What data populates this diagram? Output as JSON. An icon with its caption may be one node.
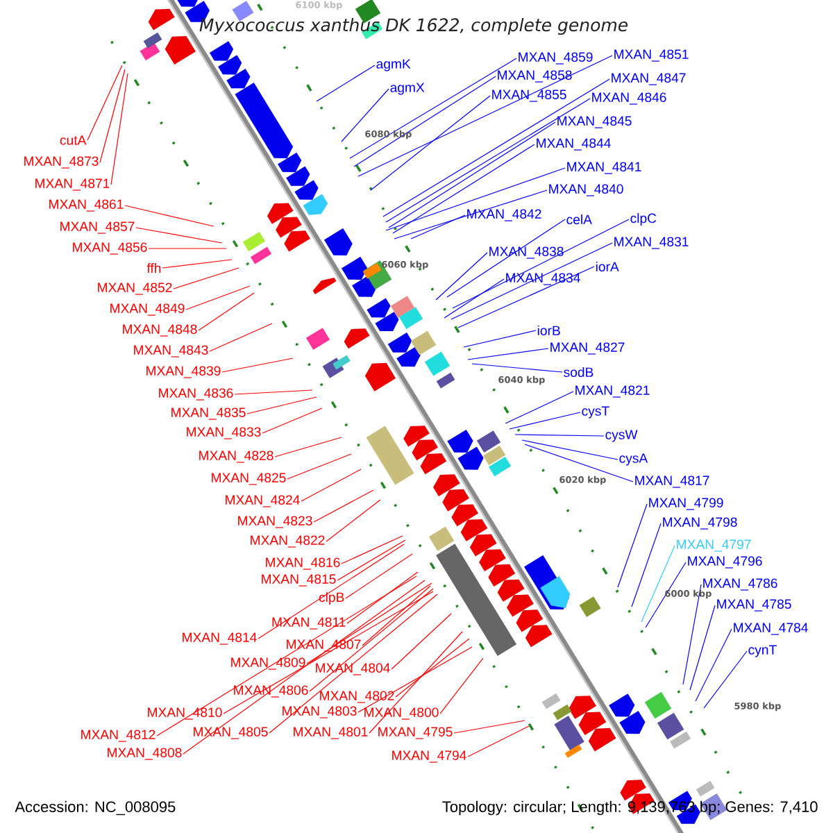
{
  "diagram": {
    "title": "Myxococcus xanthus DK 1622, complete genome",
    "nodes": [
      {
        "text": [
          "cutA"
        ]
      },
      {
        "text": [
          "MXAN_4873"
        ]
      },
      {
        "text": [
          "MXAN_4871"
        ]
      },
      {
        "text": [
          "MXAN_4861"
        ]
      },
      {
        "text": [
          "MXAN_4857"
        ]
      },
      {
        "text": [
          "MXAN_4856"
        ]
      },
      {
        "text": [
          "ffh"
        ]
      },
      {
        "text": [
          "MXAN_4852"
        ]
      },
      {
        "text": [
          "MXAN_4849"
        ]
      },
      {
        "text": [
          "MXAN_4848"
        ]
      },
      {
        "text": [
          "MXAN_4843"
        ]
      },
      {
        "text": [
          "MXAN_4839"
        ]
      },
      {
        "text": [
          "MXAN_4836"
        ]
      },
      {
        "text": [
          "MXAN_4835"
        ]
      },
      {
        "text": [
          "MXAN_4833"
        ]
      },
      {
        "text": [
          "MXAN_4828"
        ]
      },
      {
        "text": [
          "MXAN_4825"
        ]
      },
      {
        "text": [
          "MXAN_4824"
        ]
      },
      {
        "text": [
          "MXAN_4823"
        ]
      },
      {
        "text": [
          "MXAN_4822"
        ]
      },
      {
        "text": [
          "MXAN_4816"
        ]
      },
      {
        "text": [
          "MXAN_4815"
        ]
      },
      {
        "text": [
          "clpB"
        ]
      },
      {
        "text": [
          "MXAN_4811"
        ]
      },
      {
        "text": [
          "MXAN_4814"
        ]
      },
      {
        "text": [
          "MXAN_4807"
        ]
      },
      {
        "text": [
          "MXAN_4809"
        ]
      },
      {
        "text": [
          "MXAN_4804"
        ]
      },
      {
        "text": [
          "MXAN_4806"
        ]
      },
      {
        "text": [
          "MXAN_4802"
        ]
      },
      {
        "text": [
          "MXAN_4810"
        ]
      },
      {
        "text": [
          "MXAN_4803"
        ]
      },
      {
        "text": [
          "MXAN_4800"
        ]
      },
      {
        "text": [
          "MXAN_4801"
        ]
      },
      {
        "text": [
          "MXAN_4795"
        ]
      },
      {
        "text": [
          "MXAN_4812"
        ]
      },
      {
        "text": [
          "MXAN_4805"
        ]
      },
      {
        "text": [
          "MXAN_4808"
        ]
      },
      {
        "text": [
          "MXAN_4794"
        ]
      },
      {
        "text": [
          "agmK"
        ]
      },
      {
        "text": [
          "agmX"
        ]
      },
      {
        "text": [
          "MXAN_4859"
        ]
      },
      {
        "text": [
          "MXAN_4858"
        ]
      },
      {
        "text": [
          "MXAN_4851"
        ]
      },
      {
        "text": [
          "MXAN_4855"
        ]
      },
      {
        "text": [
          "MXAN_4847"
        ]
      },
      {
        "text": [
          "MXAN_4846"
        ]
      },
      {
        "text": [
          "MXAN_4845"
        ]
      },
      {
        "text": [
          "MXAN_4844"
        ]
      },
      {
        "text": [
          "MXAN_4841"
        ]
      },
      {
        "text": [
          "MXAN_4840"
        ]
      },
      {
        "text": [
          "MXAN_4842"
        ]
      },
      {
        "text": [
          "celA"
        ]
      },
      {
        "text": [
          "clpC"
        ]
      },
      {
        "text": [
          "MXAN_4838"
        ]
      },
      {
        "text": [
          "MXAN_4831"
        ]
      },
      {
        "text": [
          "iorA"
        ]
      },
      {
        "text": [
          "MXAN_4834"
        ]
      },
      {
        "text": [
          "iorB"
        ]
      },
      {
        "text": [
          "MXAN_4827"
        ]
      },
      {
        "text": [
          "sodB"
        ]
      },
      {
        "text": [
          "MXAN_4821"
        ]
      },
      {
        "text": [
          "cysT"
        ]
      },
      {
        "text": [
          "cysW"
        ]
      },
      {
        "text": [
          "cysA"
        ]
      },
      {
        "text": [
          "MXAN_4817"
        ]
      },
      {
        "text": [
          "MXAN_4799"
        ]
      },
      {
        "text": [
          "MXAN_4798"
        ]
      },
      {
        "text": [
          "MXAN_4797"
        ]
      },
      {
        "text": [
          "MXAN_4796"
        ]
      },
      {
        "text": [
          "MXAN_4786"
        ]
      },
      {
        "text": [
          "MXAN_4785"
        ]
      },
      {
        "text": [
          "MXAN_4784"
        ]
      },
      {
        "text": [
          "cynT"
        ]
      }
    ],
    "edges": [
      {
        "from": 0,
        "to": null,
        "arrow": "none"
      },
      {
        "from": 1,
        "to": null,
        "arrow": "none"
      },
      {
        "from": 2,
        "to": null,
        "arrow": "none"
      },
      {
        "from": 3,
        "to": null,
        "arrow": "none"
      },
      {
        "from": 4,
        "to": null,
        "arrow": "none"
      },
      {
        "from": 5,
        "to": null,
        "arrow": "none"
      },
      {
        "from": 6,
        "to": null,
        "arrow": "none"
      },
      {
        "from": 7,
        "to": null,
        "arrow": "none"
      },
      {
        "from": 8,
        "to": null,
        "arrow": "none"
      },
      {
        "from": 9,
        "to": null,
        "arrow": "none"
      },
      {
        "from": 10,
        "to": null,
        "arrow": "none"
      },
      {
        "from": 11,
        "to": null,
        "arrow": "none"
      },
      {
        "from": 12,
        "to": null,
        "arrow": "none"
      },
      {
        "from": 13,
        "to": null,
        "arrow": "none"
      },
      {
        "from": 14,
        "to": null,
        "arrow": "none"
      },
      {
        "from": 15,
        "to": null,
        "arrow": "none"
      },
      {
        "from": 16,
        "to": null,
        "arrow": "none"
      },
      {
        "from": 17,
        "to": null,
        "arrow": "none"
      },
      {
        "from": 18,
        "to": null,
        "arrow": "none"
      },
      {
        "from": 19,
        "to": null,
        "arrow": "none"
      },
      {
        "from": 20,
        "to": null,
        "arrow": "none"
      },
      {
        "from": 21,
        "to": null,
        "arrow": "none"
      },
      {
        "from": 22,
        "to": null,
        "arrow": "none"
      },
      {
        "from": 23,
        "to": null,
        "arrow": "none"
      },
      {
        "from": 24,
        "to": null,
        "arrow": "none"
      },
      {
        "from": 25,
        "to": null,
        "arrow": "none"
      },
      {
        "from": 26,
        "to": null,
        "arrow": "none"
      },
      {
        "from": 27,
        "to": null,
        "arrow": "none"
      },
      {
        "from": 28,
        "to": null,
        "arrow": "none"
      },
      {
        "from": 29,
        "to": null,
        "arrow": "none"
      },
      {
        "from": 30,
        "to": null,
        "arrow": "none"
      },
      {
        "from": 31,
        "to": null,
        "arrow": "none"
      },
      {
        "from": 32,
        "to": null,
        "arrow": "none"
      },
      {
        "from": 33,
        "to": null,
        "arrow": "none"
      },
      {
        "from": 34,
        "to": null,
        "arrow": "none"
      },
      {
        "from": 35,
        "to": null,
        "arrow": "none"
      },
      {
        "from": 36,
        "to": null,
        "arrow": "none"
      },
      {
        "from": 37,
        "to": null,
        "arrow": "none"
      },
      {
        "from": 38,
        "to": null,
        "arrow": "none"
      },
      {
        "from": 39,
        "to": null,
        "arrow": "none",
        "color": "#0000ff"
      },
      {
        "from": 40,
        "to": null,
        "arrow": "none",
        "color": "#0000ff"
      },
      {
        "from": 41,
        "to": null,
        "arrow": "none",
        "color": "#0000ff"
      },
      {
        "from": 42,
        "to": null,
        "arrow": "none",
        "color": "#0000ff"
      },
      {
        "from": 43,
        "to": null,
        "arrow": "none",
        "color": "#0000ff"
      },
      {
        "from": 44,
        "to": null,
        "arrow": "none",
        "color": "#0000ff"
      },
      {
        "from": 45,
        "to": null,
        "arrow": "none",
        "color": "#0000ff"
      },
      {
        "from": 46,
        "to": null,
        "arrow": "none",
        "color": "#0000ff"
      },
      {
        "from": 47,
        "to": null,
        "arrow": "none",
        "color": "#0000ff"
      },
      {
        "from": 48,
        "to": null,
        "arrow": "none",
        "color": "#0000ff"
      },
      {
        "from": 49,
        "to": null,
        "arrow": "none",
        "color": "#0000ff"
      },
      {
        "from": 50,
        "to": null,
        "arrow": "none",
        "color": "#0000ff"
      },
      {
        "from": 51,
        "to": null,
        "arrow": "none",
        "color": "#0000ff"
      },
      {
        "from": 52,
        "to": null,
        "arrow": "none",
        "color": "#0000ff"
      },
      {
        "from": 53,
        "to": null,
        "arrow": "none",
        "color": "#0000ff"
      },
      {
        "from": 54,
        "to": null,
        "arrow": "none",
        "color": "#0000ff"
      },
      {
        "from": 55,
        "to": null,
        "arrow": "none",
        "color": "#0000ff"
      },
      {
        "from": 56,
        "to": null,
        "arrow": "none",
        "color": "#0000ff"
      },
      {
        "from": 57,
        "to": null,
        "arrow": "none",
        "color": "#0000ff"
      },
      {
        "from": 58,
        "to": null,
        "arrow": "none",
        "color": "#0000ff"
      },
      {
        "from": 59,
        "to": null,
        "arrow": "none",
        "color": "#0000ff"
      },
      {
        "from": 60,
        "to": null,
        "arrow": "none",
        "color": "#0000ff"
      },
      {
        "from": 61,
        "to": null,
        "arrow": "none",
        "color": "#0000ff"
      },
      {
        "from": 62,
        "to": null,
        "arrow": "none",
        "color": "#0000ff"
      },
      {
        "from": 63,
        "to": null,
        "arrow": "none",
        "color": "#0000ff"
      },
      {
        "from": 64,
        "to": null,
        "arrow": "none",
        "color": "#0000ff"
      },
      {
        "from": 65,
        "to": null,
        "arrow": "none",
        "color": "#0000ff"
      },
      {
        "from": 66,
        "to": null,
        "arrow": "none",
        "color": "#0000ff"
      },
      {
        "from": 67,
        "to": null,
        "arrow": "none",
        "color": "#0000ff"
      },
      {
        "from": 68,
        "to": null,
        "arrow": "none",
        "color": "#33ccff"
      },
      {
        "from": 69,
        "to": null,
        "arrow": "none",
        "color": "#0000ff"
      },
      {
        "from": 70,
        "to": null,
        "arrow": "none",
        "color": "#0000ff"
      },
      {
        "from": 71,
        "to": null,
        "arrow": "none",
        "color": "#0000ff"
      },
      {
        "from": 72,
        "to": null,
        "arrow": "none",
        "color": "#0000ff"
      },
      {
        "from": 73,
        "to": null,
        "arrow": "none",
        "color": "#0000ff"
      }
    ],
    "labels": [
      "6100 kbp",
      "6080 kbp",
      "6060 kbp",
      "6040 kbp",
      "6020 kbp",
      "6000 kbp",
      "5980 kbp",
      "Accession: NC_008095",
      "Topology: circular; Length: 9,139,763 bp; Genes: 7,410"
    ]
  }
}
